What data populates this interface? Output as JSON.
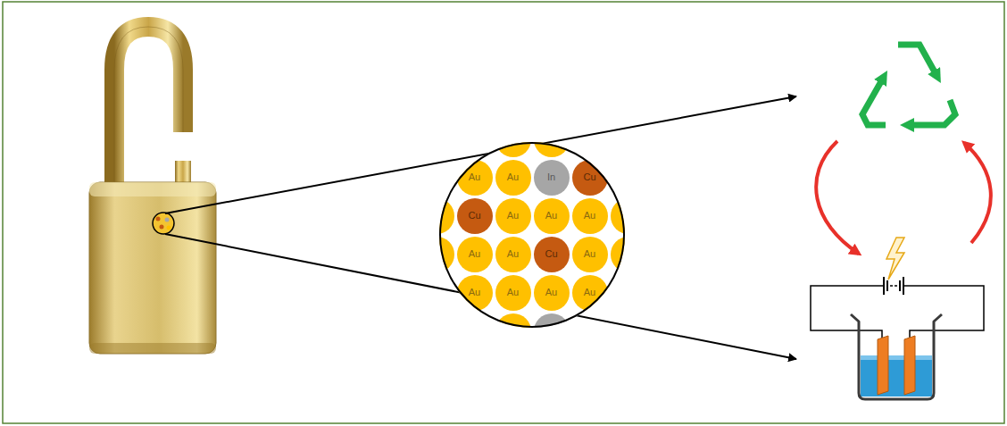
{
  "diagram": {
    "nodes": [
      {
        "text": [
          "Au"
        ]
      },
      {
        "text": [
          "Au"
        ]
      },
      {
        "text": [
          "In"
        ]
      },
      {
        "text": [
          "Cu"
        ]
      },
      {
        "text": [
          "Cu"
        ]
      },
      {
        "text": [
          "Au"
        ]
      },
      {
        "text": [
          "Au"
        ]
      },
      {
        "text": [
          "Au"
        ]
      },
      {
        "text": [
          "Au"
        ]
      },
      {
        "text": [
          "Au"
        ]
      },
      {
        "text": [
          "Cu"
        ]
      },
      {
        "text": [
          "Au"
        ]
      },
      {
        "text": [
          "Au"
        ]
      },
      {
        "text": [
          "Au"
        ]
      },
      {
        "text": [
          "Au"
        ]
      },
      {
        "text": [
          "Au"
        ]
      }
    ]
  }
}
